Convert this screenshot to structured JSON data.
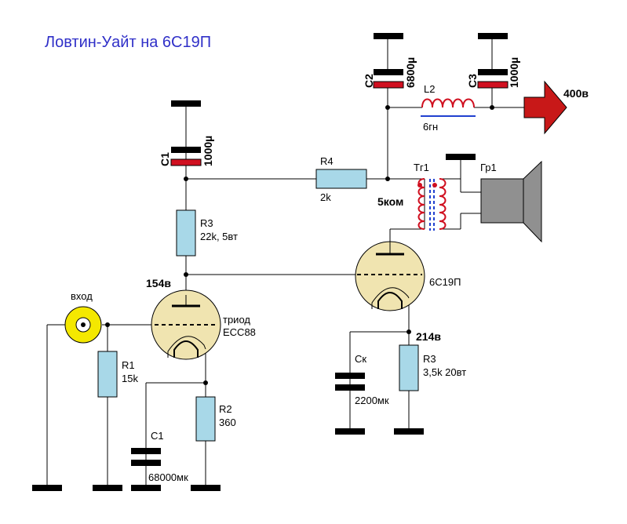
{
  "title": "Ловтин-Уайт на 6С19П",
  "colors": {
    "title": "#3030c8",
    "resistor": "#a8d8e8",
    "cap_electrolytic_plate": "#d01020",
    "transformer_coil": "#d01020",
    "choke_coil": "#d01020",
    "choke_core": "#2040d0",
    "tube": "#f0e4b0",
    "input_jack": "#f4e800",
    "supply_arrow": "#c81818",
    "speaker": "#909090"
  },
  "components": {
    "input_label": "вход",
    "r1_name": "R1",
    "r1_value": "15k",
    "r2_name": "R2",
    "r2_value": "360",
    "r3a_name": "R3",
    "r3a_value": "22k, 5вт",
    "r3b_name": "R3",
    "r3b_value": "3,5k 20вт",
    "r4_name": "R4",
    "r4_value": "2k",
    "c1a_name": "C1",
    "c1a_value": "1000µ",
    "c1b_name": "C1",
    "c1b_value": "68000мк",
    "c2_name": "C2",
    "c2_value": "6800µ",
    "c3_name": "C3",
    "c3_value": "1000µ",
    "ck_name": "Ск",
    "ck_value": "2200мк",
    "l2_name": "L2",
    "l2_value": "6гн",
    "tr1_name": "Тг1",
    "tr1_impedance": "5ком",
    "speaker_name": "Гр1",
    "v1_type_line1": "триод",
    "v1_type_line2": "ECC88",
    "v2_type": "6С19П",
    "supply_voltage": "400в",
    "node_anode_v1": "154в",
    "node_cathode_v2": "214в"
  }
}
